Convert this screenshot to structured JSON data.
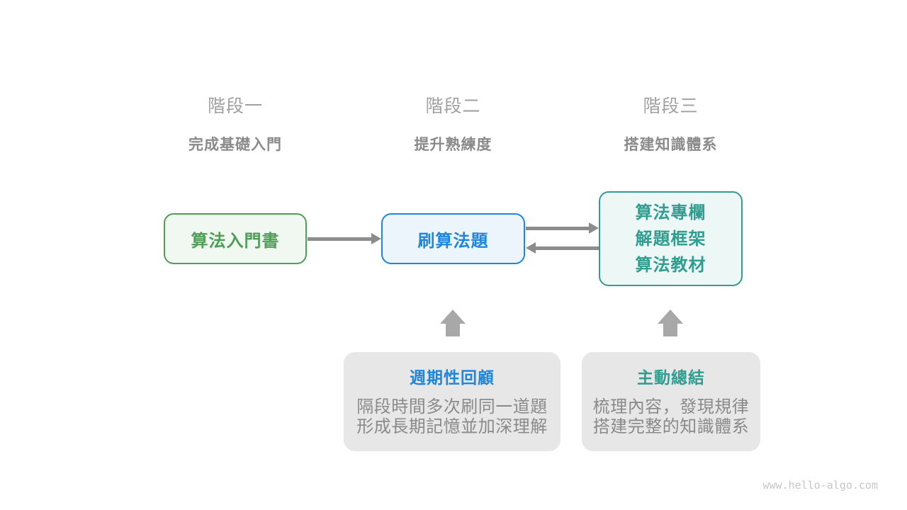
{
  "stages": [
    {
      "label": "階段一",
      "subtitle": "完成基礎入門"
    },
    {
      "label": "階段二",
      "subtitle": "提升熟練度"
    },
    {
      "label": "階段三",
      "subtitle": "搭建知識體系"
    }
  ],
  "flow_boxes": {
    "intro_book": {
      "label": "算法入門書",
      "accent": "#4f9e58",
      "background": "#f1f8f1"
    },
    "practice_problems": {
      "label": "刷算法題",
      "accent": "#1e86dc",
      "background": "#edf5fc"
    },
    "advanced_resources": {
      "lines": [
        "算法專欄",
        "解題框架",
        "算法教材"
      ],
      "accent": "#2f9d8f",
      "background": "#edf7f5"
    }
  },
  "notes": {
    "periodic_review": {
      "title": "週期性回顧",
      "title_color": "#1e86dc",
      "lines": [
        "隔段時間多次刷同一道題",
        "形成長期記憶並加深理解"
      ]
    },
    "active_summary": {
      "title": "主動總結",
      "title_color": "#2f9d8f",
      "lines": [
        "梳理內容，發現規律",
        "搭建完整的知識體系"
      ]
    }
  },
  "arrows": {
    "intro_to_practice": "right",
    "practice_to_resources": "right",
    "resources_to_practice": "left",
    "review_up": "up",
    "summary_up": "up",
    "line_color": "#8c8c8c",
    "block_color": "#a8a8a8"
  },
  "watermark": "www.hello-algo.com"
}
